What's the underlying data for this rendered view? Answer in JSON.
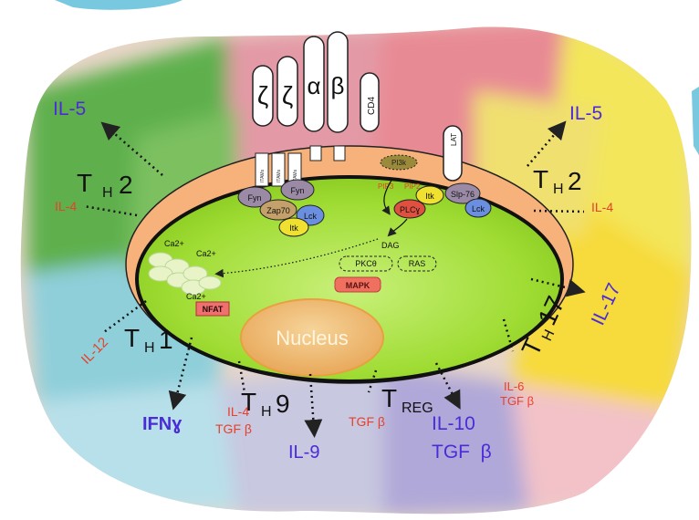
{
  "cytokines": {
    "il5_left": "IL-5",
    "il5_right": "IL-5",
    "il4_left": "IL-4",
    "il4_right": "IL-4",
    "il12": "IL-12",
    "ifng": "IFNɣ",
    "il4_th9": "IL-4",
    "tgfb_th9": "TGF β",
    "il9": "IL-9",
    "tgfb_treg": "TGF β",
    "il10": "IL-10",
    "tgfb_treg_out": "TGF  β",
    "il6": "IL-6",
    "tgfb_th17": "TGF β",
    "il17": "IL-17"
  },
  "subsets": {
    "th2_left": {
      "t": "T",
      "sub": "H",
      "num": "2"
    },
    "th2_right": {
      "t": "T",
      "sub": "H",
      "num": "2"
    },
    "th1": {
      "t": "T",
      "sub": "H",
      "num": "1"
    },
    "th9": {
      "t": "T",
      "sub": "H",
      "num": "9"
    },
    "treg": {
      "t": "T",
      "sub": "REG"
    },
    "th17": {
      "t": "T",
      "sub": "H",
      "num": "17"
    }
  },
  "receptors": {
    "zeta1": "ζ",
    "zeta2": "ζ",
    "alpha": "α",
    "beta": "β",
    "cd4": "CD4",
    "lat": "LAT",
    "itam": "ITAMs"
  },
  "signaling": {
    "fyn1": "Fyn",
    "fyn2": "Fyn",
    "zap70": "Zap70",
    "lck_left": "Lck",
    "itk_left": "Itk",
    "pi3k": "PI3k",
    "pip3": "PIP3",
    "pip2": "PIP2",
    "itk_right": "Itk",
    "slp76": "Slp-76",
    "lck_right": "Lck",
    "plcy": "PLCɣ",
    "dag": "DAG",
    "pkc": "PKCθ",
    "ras": "RAS",
    "mapk": "MAPK",
    "ca1": "Ca2+",
    "ca2": "Ca2+",
    "ca3": "Ca2+",
    "nfat": "NFAT",
    "nucleus": "Nucleus"
  },
  "colors": {
    "cytokine_red": "#e8402a",
    "cytokine_blue": "#4b2bd8",
    "membrane": "#f6b27a",
    "cytoplasm": "#a6e23a",
    "nucleus": "#f0b060",
    "mapk": "#f07060"
  }
}
